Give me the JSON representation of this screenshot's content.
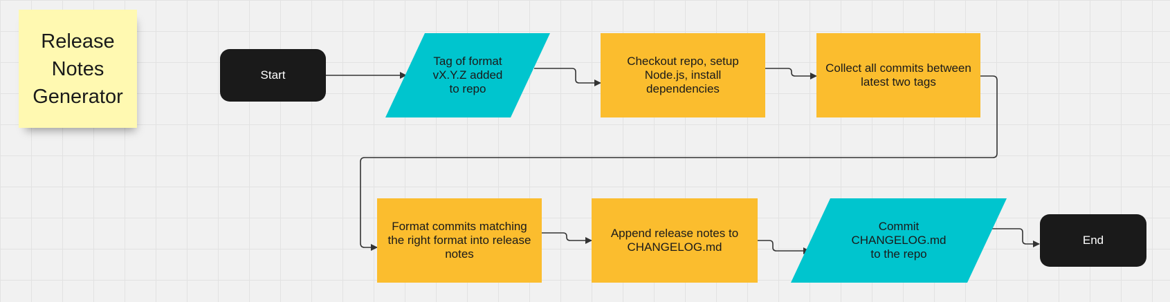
{
  "sticky_note": {
    "text": "Release\nNotes\nGenerator"
  },
  "flow": {
    "start": "Start",
    "tag_added": "Tag of format\nvX.Y.Z added\nto repo",
    "checkout": "Checkout repo, setup\nNode.js, install\ndependencies",
    "collect": "Collect all commits between\nlatest two tags",
    "format": "Format commits matching\nthe right format into release\nnotes",
    "append": "Append release notes to\nCHANGELOG.md",
    "commit": "Commit\nCHANGELOG.md\nto the repo",
    "end": "End"
  },
  "colors": {
    "canvas": "#f1f1f1",
    "sticky": "#fff9b1",
    "terminal": "#1a1a1a",
    "process": "#fbbd2e",
    "io": "#00c5ce",
    "connector": "#333333"
  }
}
